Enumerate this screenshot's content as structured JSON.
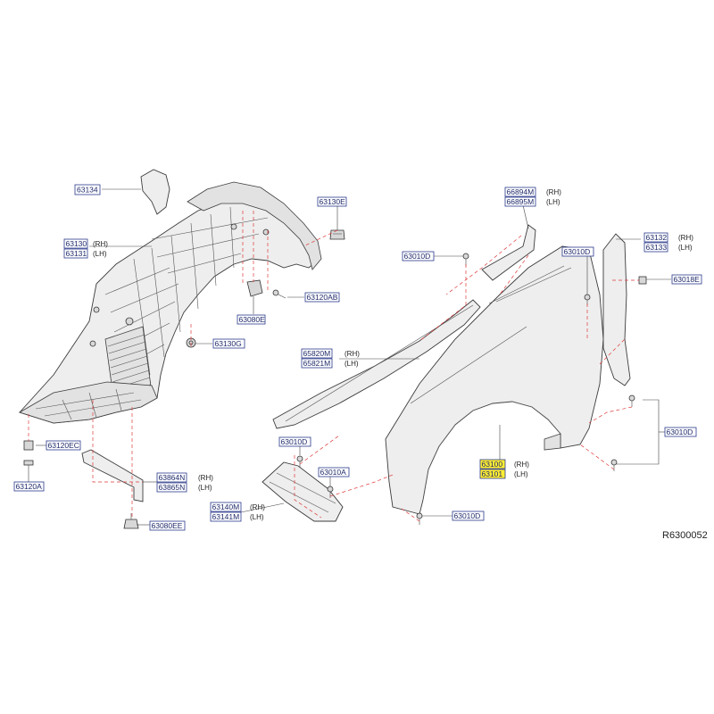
{
  "diagram_ref": "R6300052",
  "callouts": [
    {
      "id": "c63134",
      "codes": [
        "63134"
      ],
      "sides": []
    },
    {
      "id": "c63130",
      "codes": [
        "63130",
        "63131"
      ],
      "sides": [
        "(RH)",
        "(LH)"
      ]
    },
    {
      "id": "c63130e",
      "codes": [
        "63130E"
      ],
      "sides": []
    },
    {
      "id": "c63120ab",
      "codes": [
        "63120AB"
      ],
      "sides": []
    },
    {
      "id": "c63080e",
      "codes": [
        "63080E"
      ],
      "sides": []
    },
    {
      "id": "c63130g",
      "codes": [
        "63130G"
      ],
      "sides": []
    },
    {
      "id": "c63120ec",
      "codes": [
        "63120EC"
      ],
      "sides": []
    },
    {
      "id": "c63120a",
      "codes": [
        "63120A"
      ],
      "sides": []
    },
    {
      "id": "c63864n",
      "codes": [
        "63864N",
        "63865N"
      ],
      "sides": [
        "(RH)",
        "(LH)"
      ]
    },
    {
      "id": "c63080ee",
      "codes": [
        "63080EE"
      ],
      "sides": []
    },
    {
      "id": "c66894m",
      "codes": [
        "66894M",
        "66895M"
      ],
      "sides": [
        "(RH)",
        "(LH)"
      ]
    },
    {
      "id": "c63010d_a",
      "codes": [
        "63010D"
      ],
      "sides": []
    },
    {
      "id": "c63010d_b",
      "codes": [
        "63010D"
      ],
      "sides": []
    },
    {
      "id": "c63132",
      "codes": [
        "63132",
        "63133"
      ],
      "sides": [
        "(RH)",
        "(LH)"
      ]
    },
    {
      "id": "c63018e",
      "codes": [
        "63018E"
      ],
      "sides": []
    },
    {
      "id": "c65820m",
      "codes": [
        "65820M",
        "65821M"
      ],
      "sides": [
        "(RH)",
        "(LH)"
      ]
    },
    {
      "id": "c63010d_c",
      "codes": [
        "63010D"
      ],
      "sides": []
    },
    {
      "id": "c63010d_d",
      "codes": [
        "63010D"
      ],
      "sides": []
    },
    {
      "id": "c63010a",
      "codes": [
        "63010A"
      ],
      "sides": []
    },
    {
      "id": "c63100",
      "codes": [
        "63100",
        "63101"
      ],
      "sides": [
        "(RH)",
        "(LH)"
      ],
      "highlight": true
    },
    {
      "id": "c63140m",
      "codes": [
        "63140M",
        "63141M"
      ],
      "sides": [
        "(RH)",
        "(LH)"
      ]
    },
    {
      "id": "c63010d_e",
      "codes": [
        "63010D"
      ],
      "sides": []
    }
  ]
}
